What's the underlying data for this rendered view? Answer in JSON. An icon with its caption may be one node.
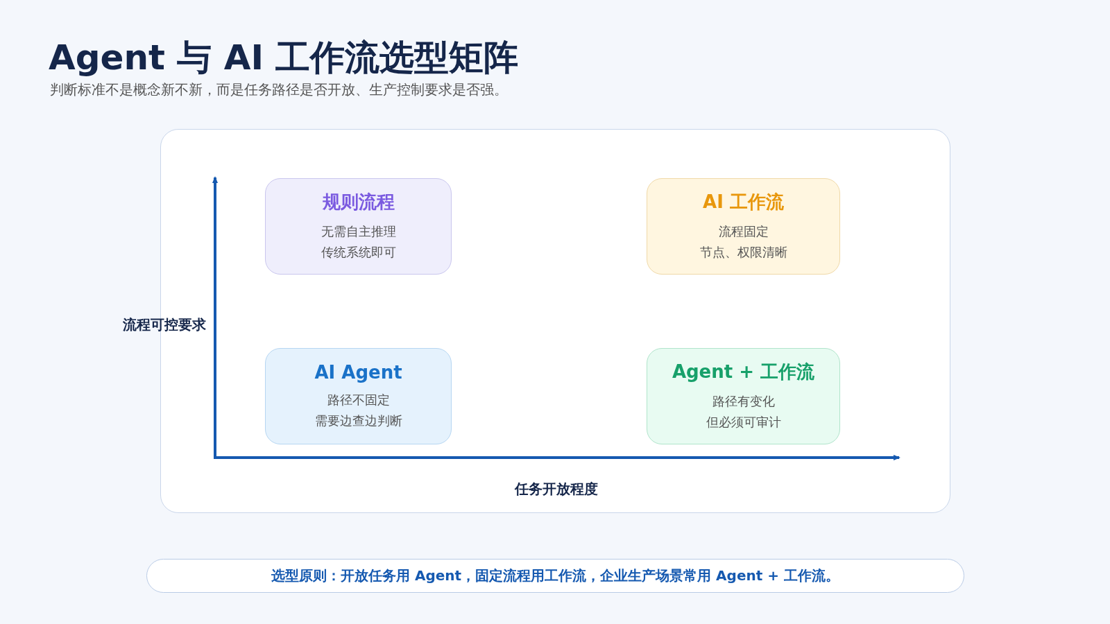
{
  "diagram": {
    "title": "Agent 与 AI 工作流选型矩阵",
    "nodes": [
      {
        "text": [],
        "shape": "box"
      },
      {
        "text": [
          "规则流程",
          "无需自主推理",
          "传统系统即可"
        ],
        "in": 0
      },
      {
        "text": [
          "AI 工作流",
          "流程固定",
          "节点、权限清晰"
        ],
        "in": 0
      },
      {
        "text": [
          "AI Agent",
          "路径不固定",
          "需要边查边判断"
        ],
        "in": 0
      },
      {
        "text": [
          "Agent + 工作流",
          "路径有变化",
          "但必须可审计"
        ],
        "in": 0
      },
      {
        "text": [
          "选型原则：开放任务用 Agent，固定流程用工作流，企业生产场景常用 Agent + 工作流。"
        ]
      }
    ],
    "labels": [
      "判断标准不是概念新不新，而是任务路径是否开放、生产控制要求是否强。",
      "流程可控要求",
      "任务开放程度"
    ]
  }
}
